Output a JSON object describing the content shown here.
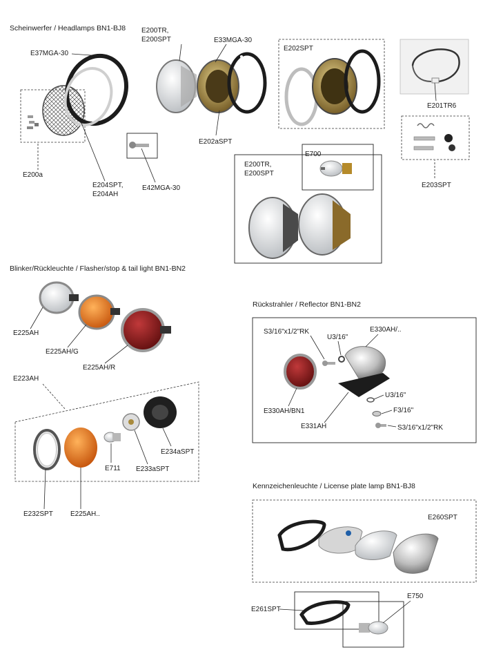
{
  "sections": {
    "headlamps": "Scheinwerfer / Headlamps BN1-BJ8",
    "flasher": "Blinker/Rückleuchte / Flasher/stop & tail light BN1-BN2",
    "reflector": "Rückstrahler / Reflector BN1-BN2",
    "license": "Kennzeichenleuchte / License plate lamp BN1-BJ8"
  },
  "labels": {
    "e37mga30": "E37MGA-30",
    "e200tr_a1": "E200TR,",
    "e200spt_a2": "E200SPT",
    "e33mga30": "E33MGA-30",
    "e202spt": "E202SPT",
    "e201tr6": "E201TR6",
    "e200a": "E200a",
    "e204spt_1": "E204SPT,",
    "e204ah_2": "E204AH",
    "e42mga30": "E42MGA-30",
    "e202aspt": "E202aSPT",
    "e200tr_b1": "E200TR,",
    "e200spt_b2": "E200SPT",
    "e700": "E700",
    "e203spt": "E203SPT",
    "e225ah": "E225AH",
    "e225ahg": "E225AH/G",
    "e225ahr": "E225AH/R",
    "e223ah": "E223AH",
    "e711": "E711",
    "e234aspt": "E234aSPT",
    "e233aspt": "E233aSPT",
    "e232spt": "E232SPT",
    "e225ahdots": "E225AH..",
    "s316_top": "S3/16\"x1/2\"RK",
    "u316_top": "U3/16\"",
    "e330ahdots": "E330AH/..",
    "e330ahbn1": "E330AH/BN1",
    "u316_mid": "U3/16\"",
    "f316": "F3/16\"",
    "e331ah": "E331AH",
    "s316_bot": "S3/16\"x1/2\"RK",
    "e260spt": "E260SPT",
    "e261spt": "E261SPT",
    "e750": "E750"
  },
  "colors": {
    "chrome": "#c9c9c9",
    "black": "#1c1c1c",
    "amber": "#d96a10",
    "red": "#8e1a1a",
    "brass": "#a88a3c"
  }
}
